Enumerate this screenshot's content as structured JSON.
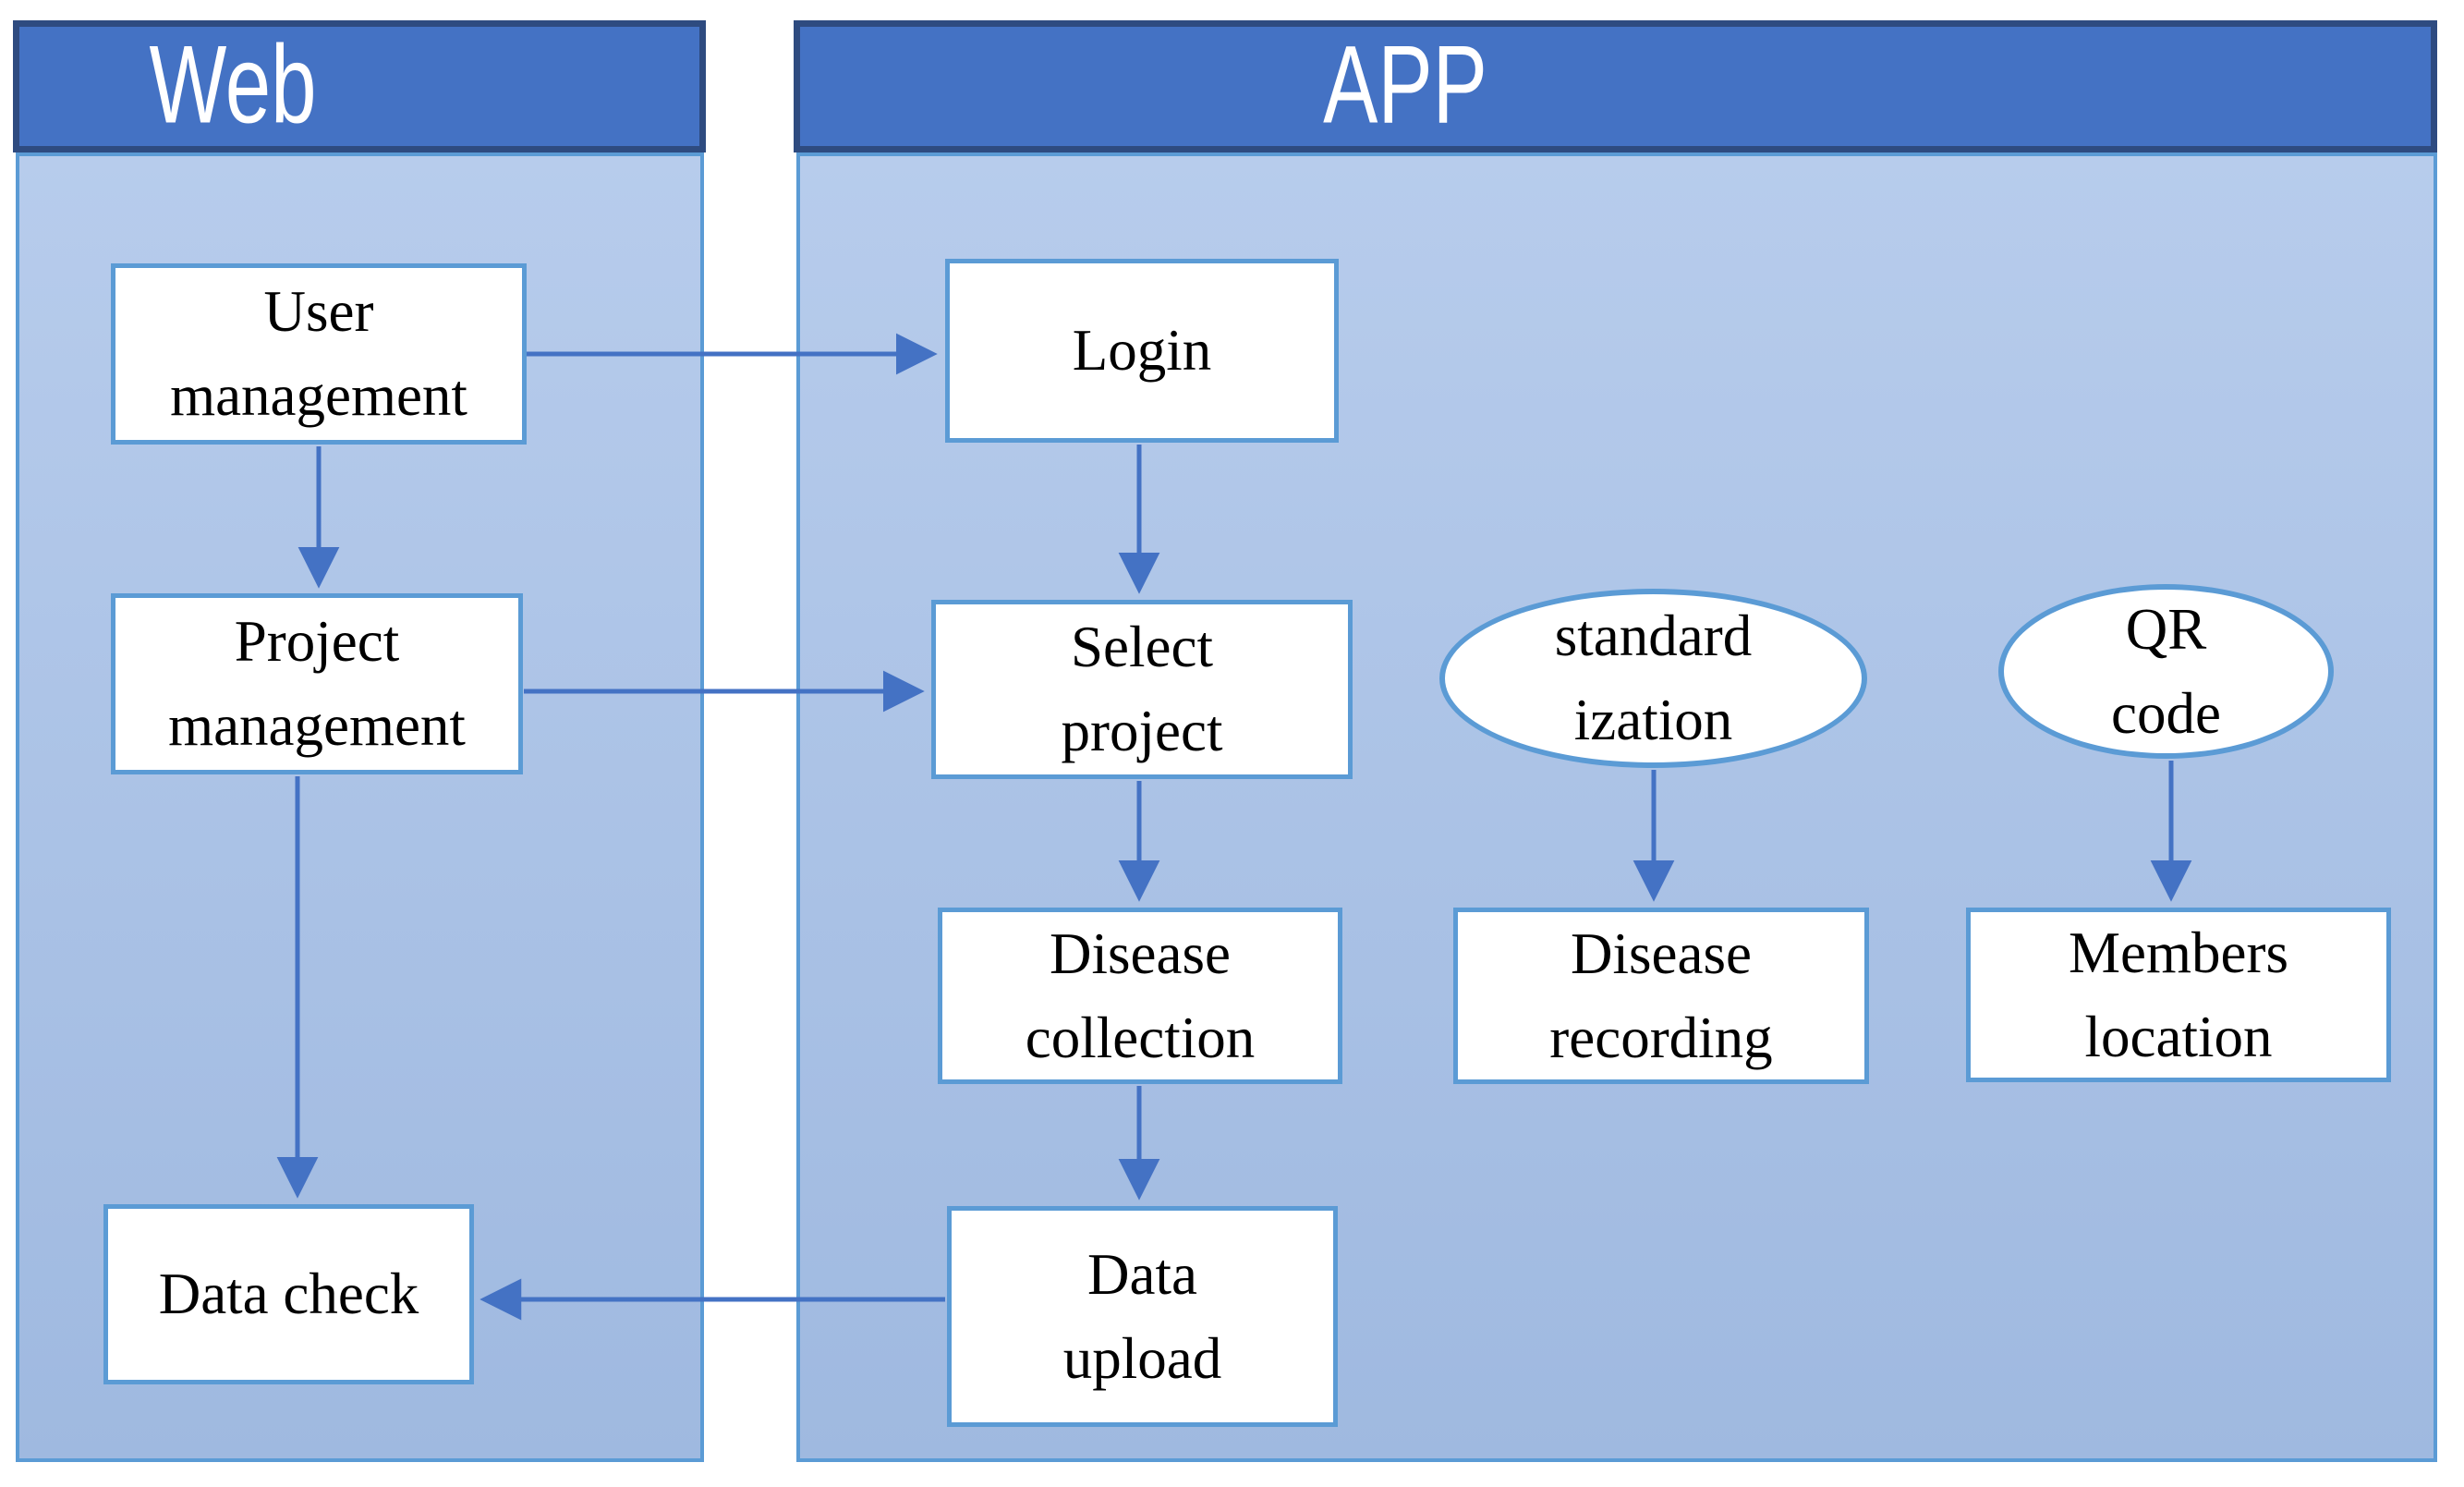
{
  "diagram": {
    "panels": [
      {
        "id": "web",
        "title": "Web"
      },
      {
        "id": "app",
        "title": "APP"
      }
    ],
    "nodes": [
      {
        "id": "user-management",
        "panel": "web",
        "shape": "rectangle",
        "label": "User\nmanagement"
      },
      {
        "id": "project-management",
        "panel": "web",
        "shape": "rectangle",
        "label": "Project\nmanagement"
      },
      {
        "id": "data-check",
        "panel": "web",
        "shape": "rectangle",
        "label": "Data check"
      },
      {
        "id": "login",
        "panel": "app",
        "shape": "rectangle",
        "label": "Login"
      },
      {
        "id": "select-project",
        "panel": "app",
        "shape": "rectangle",
        "label": "Select\nproject"
      },
      {
        "id": "disease-collection",
        "panel": "app",
        "shape": "rectangle",
        "label": "Disease\ncollection"
      },
      {
        "id": "data-upload",
        "panel": "app",
        "shape": "rectangle",
        "label": "Data\nupload"
      },
      {
        "id": "standardization",
        "panel": "app",
        "shape": "ellipse",
        "label": "standard\nization"
      },
      {
        "id": "disease-recording",
        "panel": "app",
        "shape": "rectangle",
        "label": "Disease\nrecording"
      },
      {
        "id": "qr-code",
        "panel": "app",
        "shape": "ellipse",
        "label": "QR\ncode"
      },
      {
        "id": "members-location",
        "panel": "app",
        "shape": "rectangle",
        "label": "Members\nlocation"
      }
    ],
    "edges": [
      {
        "from": "user-management",
        "to": "login"
      },
      {
        "from": "user-management",
        "to": "project-management"
      },
      {
        "from": "project-management",
        "to": "select-project"
      },
      {
        "from": "project-management",
        "to": "data-check"
      },
      {
        "from": "login",
        "to": "select-project"
      },
      {
        "from": "select-project",
        "to": "disease-collection"
      },
      {
        "from": "disease-collection",
        "to": "data-upload"
      },
      {
        "from": "data-upload",
        "to": "data-check"
      },
      {
        "from": "standardization",
        "to": "disease-recording"
      },
      {
        "from": "qr-code",
        "to": "members-location"
      }
    ],
    "colors": {
      "header_fill": "#4472c4",
      "header_border": "#2e4b80",
      "header_text": "#ffffff",
      "panel_fill_top": "#b7ccec",
      "panel_fill_bottom": "#9fb9e0",
      "panel_border": "#5b9bd5",
      "node_fill": "#ffffff",
      "node_border": "#5b9bd5",
      "node_text": "#000000",
      "arrow": "#4472c4"
    }
  }
}
